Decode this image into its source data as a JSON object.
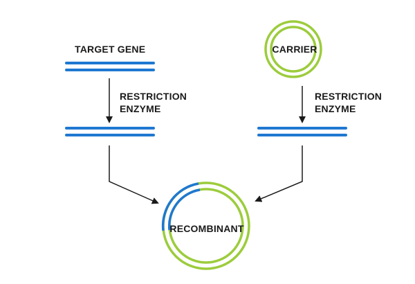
{
  "labels": {
    "target_gene": "TARGET GENE",
    "carrier": "CARRIER",
    "restriction_enzyme_left": "RESTRICTION\nENZYME",
    "restriction_enzyme_right": "RESTRICTION\nENZYME",
    "recombinant": "RECOMBINANT"
  },
  "colors": {
    "dna_blue": "#1f78d1",
    "carrier_green": "#9ccc3c",
    "arrow": "#1a1a1a",
    "text": "#1a1a1a"
  }
}
